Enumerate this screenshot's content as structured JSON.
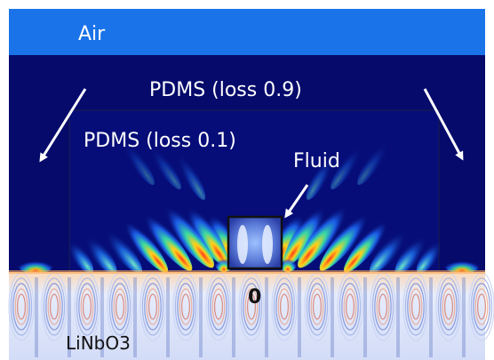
{
  "labels": {
    "air": "Air",
    "pdms_outer": "PDMS (loss 0.9)",
    "pdms_inner": "PDMS (loss 0.1)",
    "fluid": "Fluid",
    "origin": "0",
    "substrate": "LiNbO3"
  },
  "colors": {
    "air": "#1a73e8",
    "pdms_background": "#050a6b",
    "substrate_light": "#e8eefc",
    "arrow": "#ffffff",
    "text_light": "#ffffff",
    "text_dark": "#111111"
  }
}
